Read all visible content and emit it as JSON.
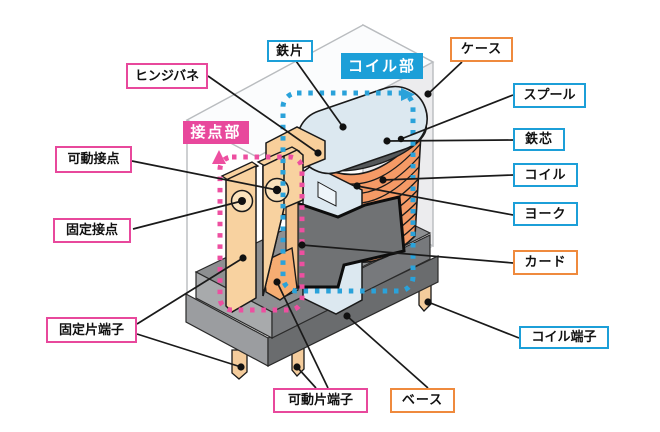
{
  "diagram": {
    "subject": "relay-cutaway-structure",
    "regions": {
      "coil_section": {
        "label": "コイル部",
        "outline_color": "#2aa2da"
      },
      "contact_section": {
        "label": "接点部",
        "outline_color": "#ed4fa0"
      }
    },
    "label_group_colors": {
      "blue": "#1c9fd8",
      "pink": "#e8489c",
      "orange": "#ef8a3d"
    },
    "labels": {
      "items": [
        {
          "text": "鉄片",
          "group": "blue"
        },
        {
          "text": "ヒンジバネ",
          "group": "pink"
        },
        {
          "text": "ケース",
          "group": "orange"
        },
        {
          "text": "スプール",
          "group": "blue"
        },
        {
          "text": "鉄芯",
          "group": "blue"
        },
        {
          "text": "コイル",
          "group": "blue"
        },
        {
          "text": "ヨーク",
          "group": "blue"
        },
        {
          "text": "カード",
          "group": "orange"
        },
        {
          "text": "コイル端子",
          "group": "blue"
        },
        {
          "text": "可動接点",
          "group": "pink"
        },
        {
          "text": "固定接点",
          "group": "pink"
        },
        {
          "text": "固定片端子",
          "group": "pink"
        },
        {
          "text": "可動片端子",
          "group": "pink"
        },
        {
          "text": "ベース",
          "group": "orange"
        }
      ]
    },
    "part_colors": {
      "coil_winding": "#f59a66",
      "metal_plate_blue_gray": "#dce8f0",
      "iron_core_cyan": "#c6ebf4",
      "contact_plate_tan": "#f8d2a0",
      "base_gray": "#8d8f91"
    }
  }
}
